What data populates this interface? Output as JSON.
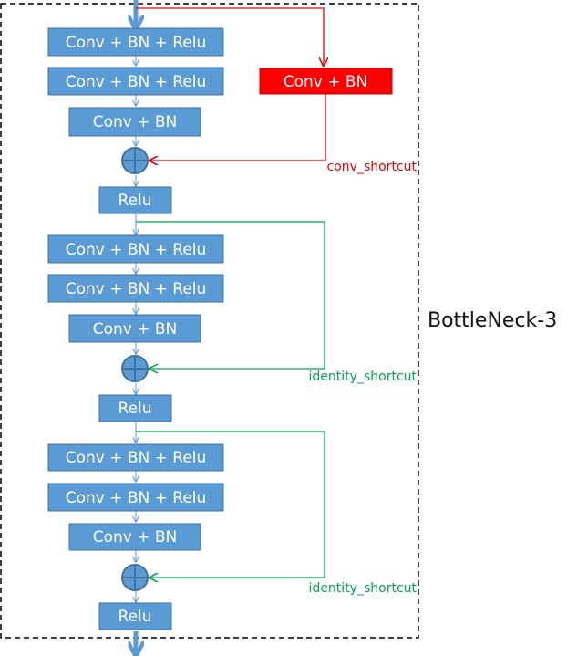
{
  "diagram": {
    "group_label": "BottleNeck-3",
    "stages": [
      {
        "blocks": [
          "Conv + BN + Relu",
          "Conv + BN + Relu",
          "Conv + BN"
        ],
        "shortcut": {
          "type": "conv",
          "label": "conv_shortcut",
          "block": "Conv + BN"
        },
        "activation": "Relu"
      },
      {
        "blocks": [
          "Conv + BN + Relu",
          "Conv + BN + Relu",
          "Conv + BN"
        ],
        "shortcut": {
          "type": "identity",
          "label": "identity_shortcut"
        },
        "activation": "Relu"
      },
      {
        "blocks": [
          "Conv + BN + Relu",
          "Conv + BN + Relu",
          "Conv + BN"
        ],
        "shortcut": {
          "type": "identity",
          "label": "identity_shortcut"
        },
        "activation": "Relu"
      }
    ],
    "colors": {
      "block_fill": "#5b9bd5",
      "block_stroke": "#41719c",
      "conv_shortcut": "#e60000",
      "conv_shortcut_block": "#ff0000",
      "identity_shortcut": "#00a651",
      "main_flow": "#5b9bd5",
      "border": "#000000"
    }
  }
}
